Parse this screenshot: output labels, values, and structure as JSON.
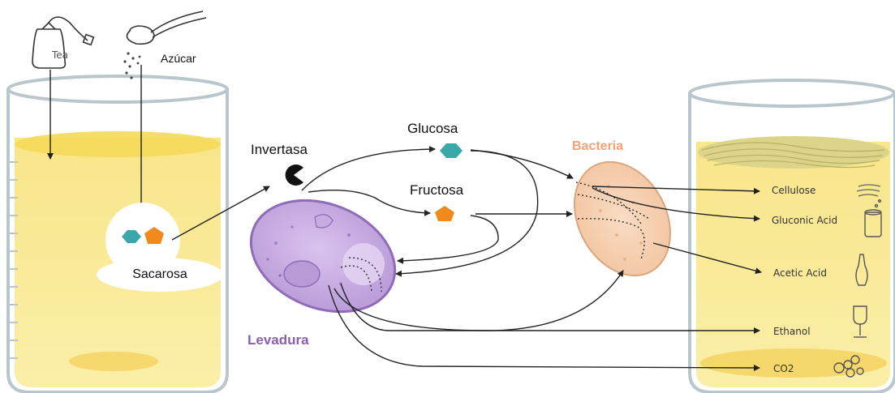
{
  "ingredients": {
    "tea": "Tea",
    "sugar": "Azúcar"
  },
  "molecules": {
    "sucrose": "Sacarosa",
    "invertase": "Invertasa",
    "glucose": "Glucosa",
    "fructose": "Fructosa"
  },
  "organisms": {
    "yeast": "Levadura",
    "bacteria": "Bacteria"
  },
  "products": [
    "Cellulose",
    "Gluconic Acid",
    "Acetic Acid",
    "Ethanol",
    "CO2"
  ],
  "colors": {
    "yeast_label": "#8a5fb0",
    "bacteria_label": "#f0a27a",
    "liquid": "#f6e27a",
    "glucose": "#3aa8a8",
    "fructose": "#f08a1c"
  }
}
